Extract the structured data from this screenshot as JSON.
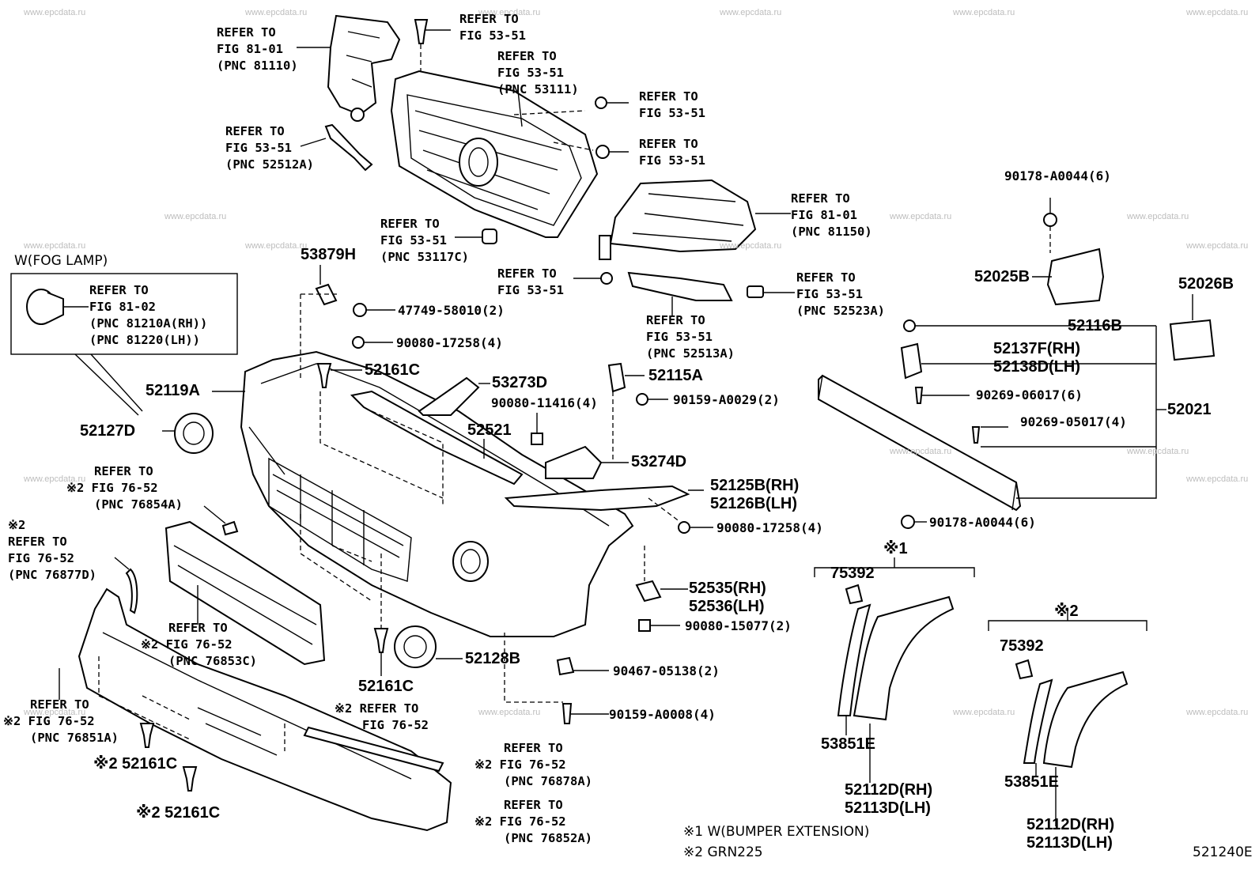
{
  "watermark": "www.epcdata.ru",
  "diagram_code": "521240E",
  "fog_lamp_box": {
    "title": "W(FOG LAMP)",
    "lines": [
      "REFER TO",
      "FIG 81-02",
      "(PNC 81210A(RH))",
      "(PNC 81220(LH))"
    ]
  },
  "references": {
    "r_81110": [
      "REFER TO",
      "FIG 81-01",
      "(PNC 81110)"
    ],
    "r_5351_top": [
      "REFER TO",
      "FIG 53-51"
    ],
    "r_53111": [
      "REFER TO",
      "FIG 53-51",
      "(PNC 53111)"
    ],
    "r_5351_a": [
      "REFER TO",
      "FIG 53-51"
    ],
    "r_5351_b": [
      "REFER TO",
      "FIG 53-51"
    ],
    "r_52512a": [
      "REFER TO",
      "FIG 53-51",
      "(PNC 52512A)"
    ],
    "r_81150": [
      "REFER TO",
      "FIG 81-01",
      "(PNC 81150)"
    ],
    "r_53117c": [
      "REFER TO",
      "FIG 53-51",
      "(PNC 53117C)"
    ],
    "r_5351_c": [
      "REFER TO",
      "FIG 53-51"
    ],
    "r_52523a": [
      "REFER TO",
      "FIG 53-51",
      "(PNC 52523A)"
    ],
    "r_52513a": [
      "REFER TO",
      "FIG 53-51",
      "(PNC 52513A)"
    ],
    "r_76854a": [
      "REFER TO",
      "※2 FIG 76-52",
      "(PNC 76854A)"
    ],
    "r_76877d": [
      "※2",
      "REFER TO",
      "FIG 76-52",
      "(PNC 76877D)"
    ],
    "r_76853c": [
      "REFER TO",
      "※2 FIG 76-52",
      "(PNC 76853C)"
    ],
    "r_76851a": [
      "REFER TO",
      "※2 FIG 76-52",
      "(PNC 76851A)"
    ],
    "r_7652": [
      "※2 REFER TO",
      "FIG 76-52"
    ],
    "r_76878a": [
      "REFER TO",
      "※2 FIG 76-52",
      "(PNC 76878A)"
    ],
    "r_76852a": [
      "REFER TO",
      "※2 FIG 76-52",
      "(PNC 76852A)"
    ]
  },
  "parts": {
    "p_53879h": "53879H",
    "p_47749": "47749-58010(2)",
    "p_90080_17258_a": "90080-17258(4)",
    "p_52161c_a": "52161C",
    "p_52119a": "52119A",
    "p_53273d": "53273D",
    "p_90080_11416": "90080-11416(4)",
    "p_52521": "52521",
    "p_53274d": "53274D",
    "p_52115a": "52115A",
    "p_90159_a0029": "90159-A0029(2)",
    "p_52125b": "52125B(RH)",
    "p_52126b": "52126B(LH)",
    "p_90080_17258_b": "90080-17258(4)",
    "p_52127d": "52127D",
    "p_52535": "52535(RH)",
    "p_52536": "52536(LH)",
    "p_90080_15077": "90080-15077(2)",
    "p_52161c_b": "52161C",
    "p_52128b": "52128B",
    "p_90467": "90467-05138(2)",
    "p_90159_a0008": "90159-A0008(4)",
    "p_52161c_c": "※2 52161C",
    "p_52161c_d": "※2 52161C",
    "p_90178_top": "90178-A0044(6)",
    "p_52025b": "52025B",
    "p_52026b": "52026B",
    "p_52116b": "52116B",
    "p_52137f": "52137F(RH)",
    "p_52138d": "52138D(LH)",
    "p_90269_06017": "90269-06017(6)",
    "p_52021": "52021",
    "p_90269_05017": "90269-05017(4)",
    "p_90178_bottom": "90178-A0044(6)",
    "g1_mark": "※1",
    "g1_75392": "75392",
    "g1_53851e": "53851E",
    "g1_52112d": "52112D(RH)",
    "g1_52113d": "52113D(LH)",
    "g2_mark": "※2",
    "g2_75392": "75392",
    "g2_53851e": "53851E",
    "g2_52112d": "52112D(RH)",
    "g2_52113d": "52113D(LH)"
  },
  "footnotes": [
    "※1 W(BUMPER EXTENSION)",
    "※2 GRN225"
  ]
}
